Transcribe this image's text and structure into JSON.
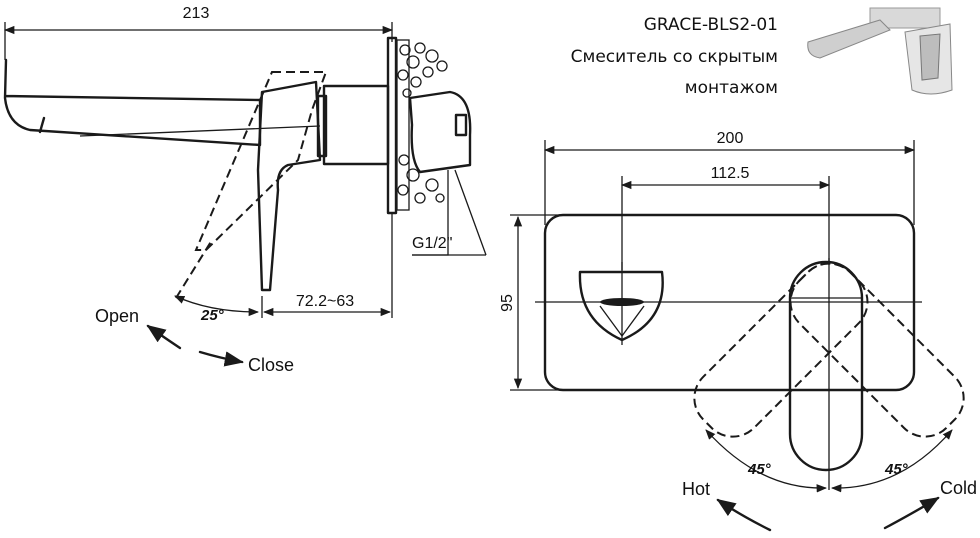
{
  "product": {
    "model": "GRACE-BLS2-01",
    "description_line1": "Смеситель со скрытым",
    "description_line2": "монтажом"
  },
  "side_view": {
    "dim_total_length": "213",
    "dim_angle": "25°",
    "dim_depth": "72.2~63",
    "thread_label": "G1/2\"",
    "open_label": "Open",
    "close_label": "Close"
  },
  "front_view": {
    "dim_width": "200",
    "dim_offset": "112.5",
    "dim_height": "95",
    "angle_left": "45°",
    "angle_right": "45°",
    "hot_label": "Hot",
    "cold_label": "Cold"
  }
}
